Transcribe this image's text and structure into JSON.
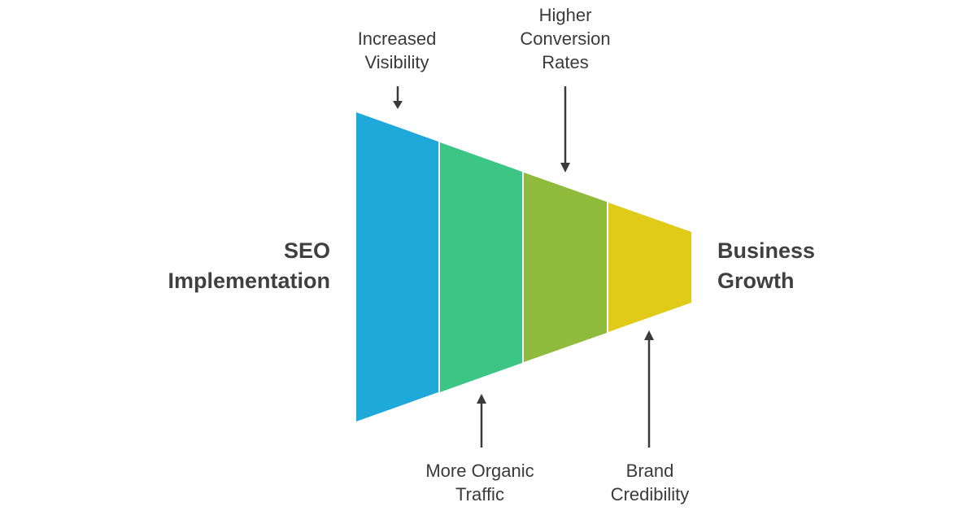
{
  "diagram": {
    "left_title": [
      "SEO",
      "Implementation"
    ],
    "right_title": [
      "Business",
      "Growth"
    ],
    "segments": [
      {
        "name": "Increased Visibility",
        "color": "#1fa9db"
      },
      {
        "name": "More Organic Traffic",
        "color": "#3cc585"
      },
      {
        "name": "Higher Conversion Rates",
        "color": "#8fbb3c"
      },
      {
        "name": "Brand Credibility",
        "color": "#dfcb18"
      }
    ],
    "labels": {
      "visibility": [
        "Increased",
        "Visibility"
      ],
      "conversion": [
        "Higher",
        "Conversion",
        "Rates"
      ],
      "organic": [
        "More Organic",
        "Traffic"
      ],
      "credibility": [
        "Brand",
        "Credibility"
      ]
    },
    "arrow_color": "#3a3a3a"
  }
}
